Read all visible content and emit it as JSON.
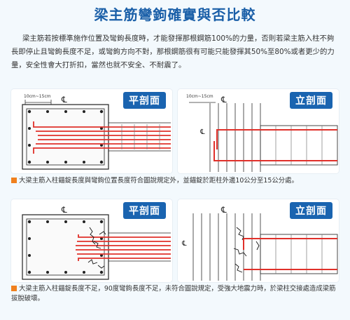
{
  "title": "梁主筋彎鉤確實與否比較",
  "intro": "梁主筋若按標準施作位置及彎鉤長度時，才能發揮那根鋼筋100%的力量，否則若梁主筋入柱不夠長即停止且彎鉤長度不足，或彎鉤方向不對，那根鋼筋很有可能只能發揮其50%至80%或者更少的力量，安全性會大打折扣，當然也就不安全、不耐震了。",
  "panels": {
    "top_plan_label": "平剖面",
    "top_elev_label": "立剖面",
    "bottom_plan_label": "平剖面",
    "bottom_elev_label": "立剖面",
    "dim_label": "10cm~15cm",
    "centerline_symbol": "℄"
  },
  "captions": {
    "top": "大梁主筋入柱錨錠長度與彎鉤位置長度符合圖說規定外，並錨錠於距柱外邊10公分至15公分處。",
    "bottom": "大梁主筋入柱錨錠長度不足，90度彎鉤長度不足，未符合圖說規定，受強大地震力時，於梁柱交接處造成梁筋拔脫破壞。"
  },
  "colors": {
    "title": "#1a5fa8",
    "tag_bg": "#1a64b0",
    "rebar_red": "#e0302a",
    "bullet_orange": "#f0801e"
  }
}
